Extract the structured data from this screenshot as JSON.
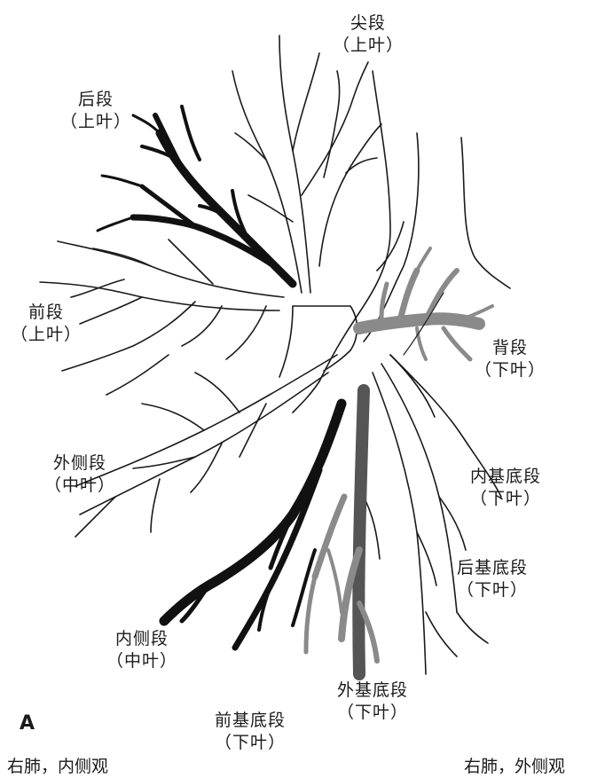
{
  "panel_letter": "A",
  "labels": {
    "apical": {
      "name": "尖段",
      "lobe": "（上叶）"
    },
    "posterior": {
      "name": "后段",
      "lobe": "（上叶）"
    },
    "anterior": {
      "name": "前段",
      "lobe": "（上叶）"
    },
    "lateral_mid": {
      "name": "外侧段",
      "lobe": "（中叶）"
    },
    "medial_mid": {
      "name": "内侧段",
      "lobe": "（中叶）"
    },
    "superior_low": {
      "name": "背段",
      "lobe": "（下叶）"
    },
    "medial_basal": {
      "name": "内基底段",
      "lobe": "（下叶）"
    },
    "post_basal": {
      "name": "后基底段",
      "lobe": "（下叶）"
    },
    "lat_basal": {
      "name": "外基底段",
      "lobe": "（下叶）"
    },
    "ant_basal": {
      "name": "前基底段",
      "lobe": "（下叶）"
    }
  },
  "captions": {
    "left": "右肺，内侧观",
    "right": "右肺，外侧观"
  },
  "colors": {
    "ink": "#1a1a1a",
    "black_branch": "#111111",
    "gray_branch": "#8a8a8a",
    "dark_gray_branch": "#555555"
  }
}
